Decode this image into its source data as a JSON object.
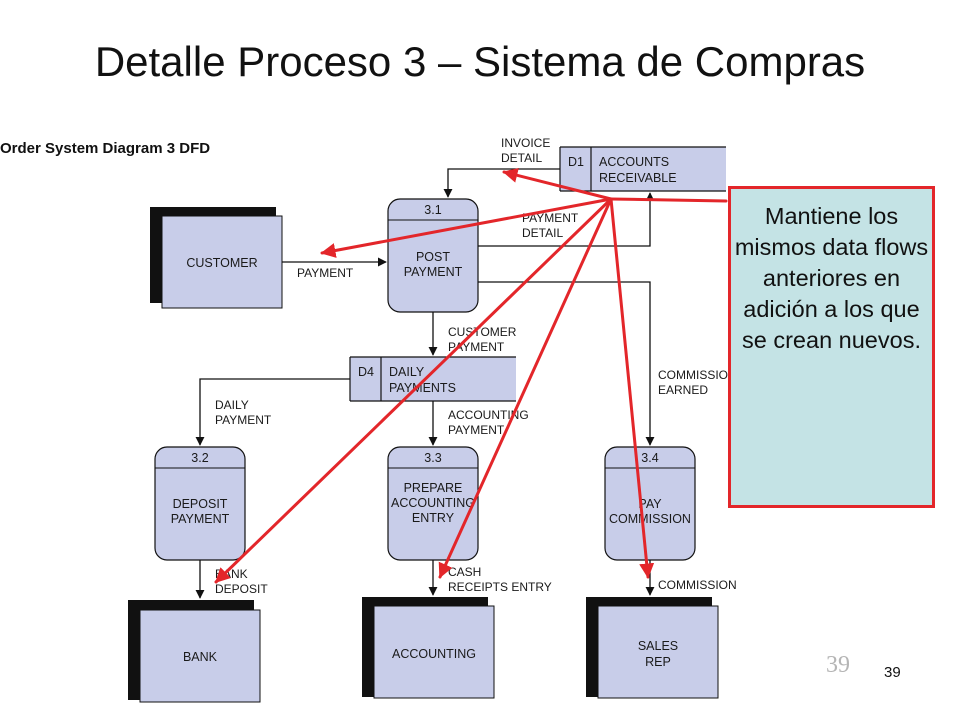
{
  "slide": {
    "title": "Detalle Proceso 3 – Sistema de Compras",
    "callout": "Mantiene los mismos data flows anteriores en adición a los que se crean nuevos.",
    "page_number_large": "39",
    "page_number_small": "39"
  },
  "diagram": {
    "title": "Order System Diagram 3 DFD",
    "colors": {
      "box_fill": "#c8cde9",
      "arrow_red": "#e3262a",
      "entity_shadow": "#111111"
    },
    "entities": {
      "customer": "CUSTOMER",
      "bank": "BANK",
      "accounting": "ACCOUNTING",
      "sales_rep": [
        "SALES",
        "REP"
      ]
    },
    "processes": {
      "p31": {
        "id": "3.1",
        "name": [
          "POST",
          "PAYMENT"
        ]
      },
      "p32": {
        "id": "3.2",
        "name": [
          "DEPOSIT",
          "PAYMENT"
        ]
      },
      "p33": {
        "id": "3.3",
        "name": [
          "PREPARE",
          "ACCOUNTING",
          "ENTRY"
        ]
      },
      "p34": {
        "id": "3.4",
        "name": [
          "PAY",
          "COMMISSION"
        ]
      }
    },
    "stores": {
      "d1": {
        "id": "D1",
        "name": [
          "ACCOUNTS",
          "RECEIVABLE"
        ]
      },
      "d4": {
        "id": "D4",
        "name": [
          "DAILY",
          "PAYMENTS"
        ]
      }
    },
    "flows": {
      "invoice_detail": [
        "INVOICE",
        "DETAIL"
      ],
      "payment_detail": [
        "PAYMENT",
        "DETAIL"
      ],
      "payment": "PAYMENT",
      "customer_payment": [
        "CUSTOMER",
        "PAYMENT"
      ],
      "commission_earned": [
        "COMMISSION",
        "EARNED"
      ],
      "daily_payment": [
        "DAILY",
        "PAYMENT"
      ],
      "accounting_payment": [
        "ACCOUNTING",
        "PAYMENT"
      ],
      "bank_deposit": [
        "BANK",
        "DEPOSIT"
      ],
      "cash_receipts_entry": [
        "CASH",
        "RECEIPTS ENTRY"
      ],
      "commission": "COMMISSION"
    }
  }
}
